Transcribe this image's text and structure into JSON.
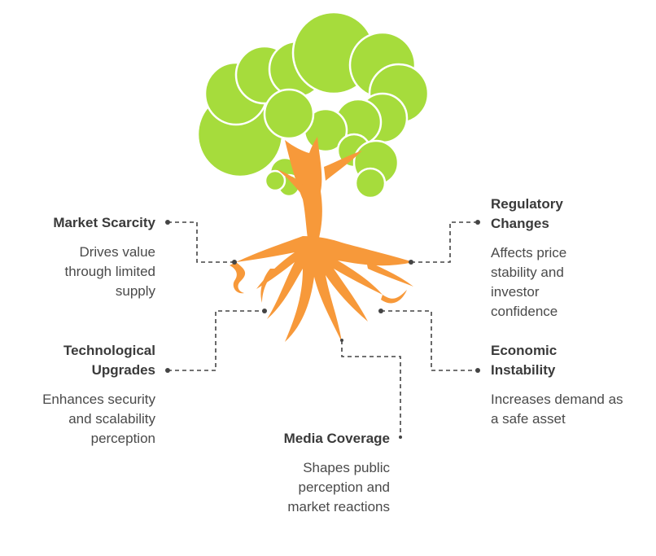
{
  "colors": {
    "foliage": "#a6dc3c",
    "foliage_outline": "#ffffff",
    "trunk": "#f7993a",
    "connector": "#444444",
    "text_title": "#3a3a3a",
    "text_desc": "#4a4a4a"
  },
  "items": [
    {
      "id": "market-scarcity",
      "title": "Market Scarcity",
      "description": "Drives value through limited supply"
    },
    {
      "id": "technological-upgrades",
      "title": "Technological Upgrades",
      "description": "Enhances security and scalability perception"
    },
    {
      "id": "media-coverage",
      "title": "Media Coverage",
      "description": "Shapes public perception and market reactions"
    },
    {
      "id": "regulatory-changes",
      "title": "Regulatory Changes",
      "description": "Affects price stability and investor confidence"
    },
    {
      "id": "economic-instability",
      "title": "Economic Instability",
      "description": "Increases demand as a safe asset"
    }
  ]
}
